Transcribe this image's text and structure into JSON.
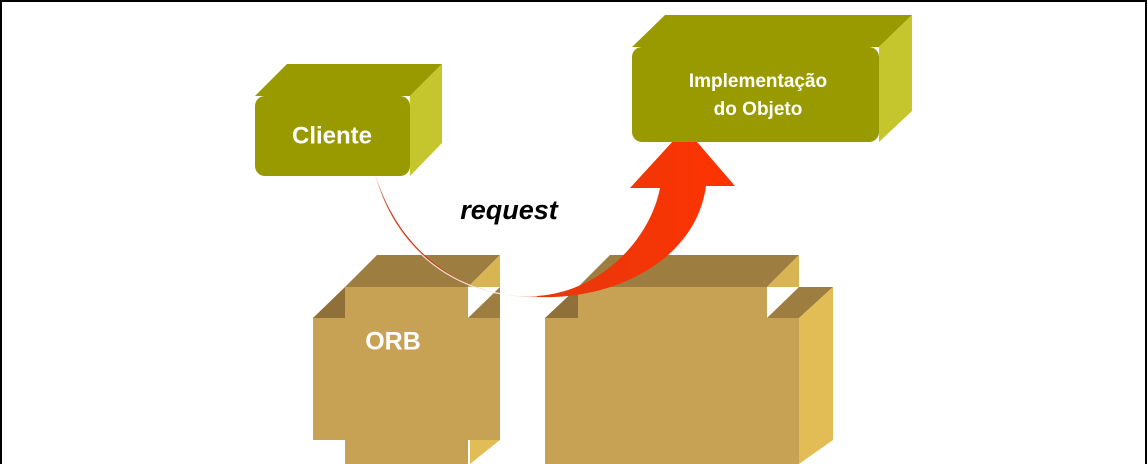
{
  "diagram": {
    "client_label": "Cliente",
    "implementation_label_line1": "Implementação",
    "implementation_label_line2": "do Objeto",
    "request_label": "request",
    "orb_label": "ORB"
  },
  "colors": {
    "olive_front": "#999900",
    "olive_top": "#999900",
    "olive_side": "#c5c52e",
    "olive_dark": "#7a7a00",
    "tan_front": "#c8a254",
    "tan_top": "#9d7e40",
    "tan_side": "#e2bd55",
    "arrow_red": "#ff3300",
    "arrow_dark": "#b62000"
  }
}
